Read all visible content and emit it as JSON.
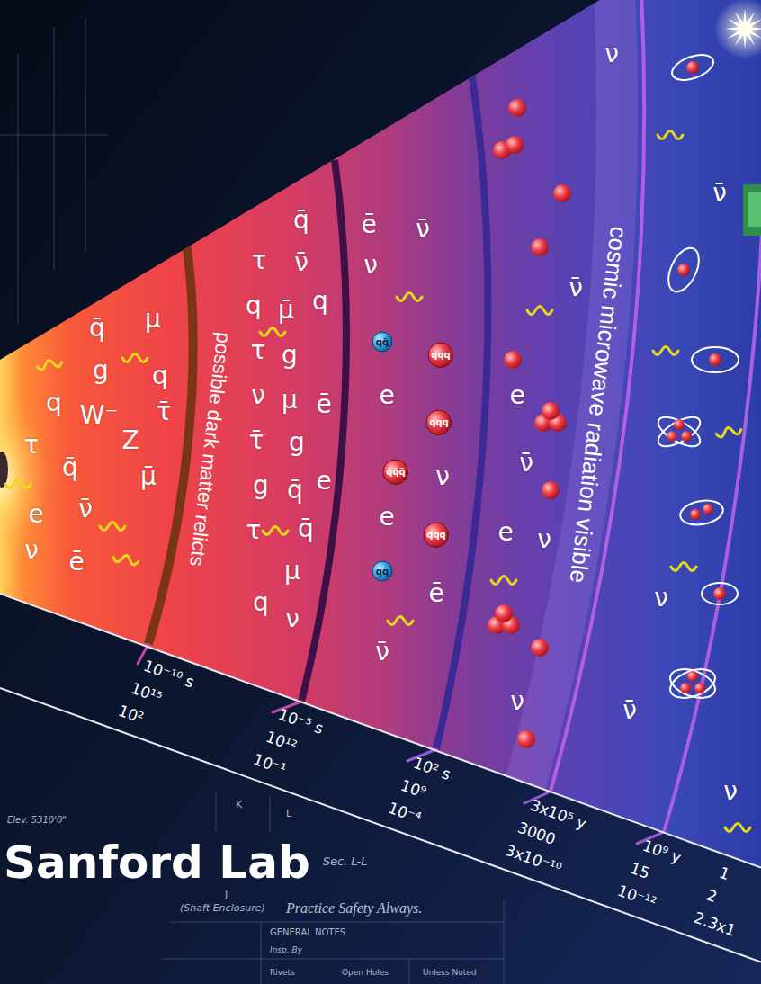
{
  "diagram": {
    "title": "Sanford Lab",
    "nodes": [
      {
        "text": [
          "qq̄"
        ]
      },
      {
        "text": [
          "qqq"
        ]
      },
      {
        "text": [
          "qqq"
        ]
      },
      {
        "text": [
          "q̄q̄q̄"
        ]
      },
      {
        "text": [
          "qqq"
        ]
      },
      {
        "text": [
          "qq̄"
        ]
      }
    ],
    "labels": [
      "q̄",
      "μ",
      "g",
      "q",
      "q",
      "W⁻",
      "τ̄",
      "τ",
      "Z",
      "q̄",
      "μ̄",
      "e",
      "ν̄",
      "ν",
      "ē",
      "q̄",
      "τ",
      "ν̄",
      "q",
      "μ̄",
      "q",
      "τ",
      "g",
      "ν",
      "μ",
      "ē",
      "τ̄",
      "g",
      "g",
      "q̄",
      "e",
      "τ",
      "q̄",
      "μ",
      "q",
      "ν",
      "ē",
      "ν̄",
      "ν",
      "e",
      "ν",
      "e",
      "ē",
      "ν̄",
      "ν",
      "ν̄",
      "e",
      "ν̄",
      "e",
      "ν",
      "ν",
      "ν̄",
      "ν",
      "ν̄",
      "ν",
      "possible dark matter relicts",
      "cosmic microwave radiation visible",
      "10⁻¹⁰ s",
      "10¹⁵",
      "10²",
      "10⁻⁵ s",
      "10¹²",
      "10⁻¹",
      "10² s",
      "10⁹",
      "10⁻⁴",
      "3x10⁵ y",
      "3000",
      "3x10⁻¹⁰",
      "10⁹ y",
      "15",
      "10⁻¹²",
      "1",
      "2",
      "2.3x1",
      "Elev. 5310'0\"",
      "K",
      "L",
      "J",
      "(Shaft Enclosure)",
      "Sec. L-L",
      "Practice Safety Always.",
      "GENERAL NOTES",
      "Insp. By",
      "Rivets",
      "Open Holes",
      "Unless Noted"
    ]
  }
}
